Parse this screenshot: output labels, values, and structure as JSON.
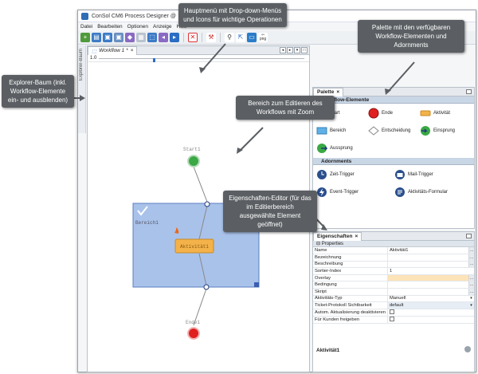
{
  "window": {
    "title": "ConSol CM6 Process Designer @"
  },
  "menubar": {
    "items": [
      "Datei",
      "Bearbeiten",
      "Optionen",
      "Anzeige",
      "Hilfe"
    ]
  },
  "toolbar": {
    "icons": [
      "new-icon",
      "open-icon",
      "save-icon",
      "save-as-icon",
      "import-icon",
      "grid-icon",
      "deploy-icon",
      "back-icon",
      "forward-icon",
      "delete-icon",
      "settings-icon",
      "search-icon",
      "fit-icon",
      "export-icon",
      "png-icon"
    ],
    "png_label": "png"
  },
  "sidebar": {
    "explorer_label": "Explorer-Baum"
  },
  "editor": {
    "tab_label": "Workflow 1 *",
    "zoom_value": "1.0",
    "nodes": {
      "start_label": "Start1",
      "end_label": "Ende1",
      "scope_label": "Bereich1",
      "activity_label": "Aktivität1"
    }
  },
  "palette": {
    "tab_label": "Palette",
    "section_elements": "Workflow-Elemente",
    "elements": [
      "Start",
      "Ende",
      "Aktivität",
      "Bereich",
      "Entscheidung",
      "Einsprung",
      "Aussprung"
    ],
    "section_adornments": "Adornments",
    "adornments": [
      "Zeit-Trigger",
      "Mail-Trigger",
      "Event-Trigger",
      "Aktivitäts-Formular"
    ]
  },
  "properties": {
    "tab_label": "Eigenschaften",
    "section": "Properties",
    "rows": [
      {
        "key": "Name",
        "value": "Aktivität1"
      },
      {
        "key": "Bezeichnung",
        "value": ""
      },
      {
        "key": "Beschreibung",
        "value": ""
      },
      {
        "key": "Sortier-Index",
        "value": "1"
      },
      {
        "key": "Overlay",
        "value": ""
      },
      {
        "key": "Bedingung",
        "value": ""
      },
      {
        "key": "Skript",
        "value": ""
      },
      {
        "key": "Aktivitäts-Typ",
        "value": "Manuell"
      },
      {
        "key": "Ticket-Protokoll Sichtbarkeit",
        "value": "default"
      },
      {
        "key": "Autom. Aktualisierung deaktivieren",
        "value": ""
      },
      {
        "key": "Für Kunden freigeben",
        "value": ""
      }
    ],
    "selected_name": "Aktivität1"
  },
  "callouts": {
    "main_menu": "Hauptmenü mit Drop-down-Menüs und Icons für wichtige Operationen",
    "palette": "Palette mit den verfügbaren Workflow-Elementen und Adornments",
    "explorer": "Explorer-Baum (inkl. Workflow-Elemente ein- und ausblenden)",
    "editor_area": "Bereich zum Editieren des Workflows mit Zoom",
    "properties_editor": "Eigenschaften-Editor (für das im Editierbereich ausgewählte Element geöffnet)"
  },
  "colors": {
    "start_green": "#3aa845",
    "end_red": "#e02020",
    "activity_orange": "#f4b24a",
    "scope_blue": "#a9c2ea",
    "callout_gray": "#5b5f63"
  }
}
